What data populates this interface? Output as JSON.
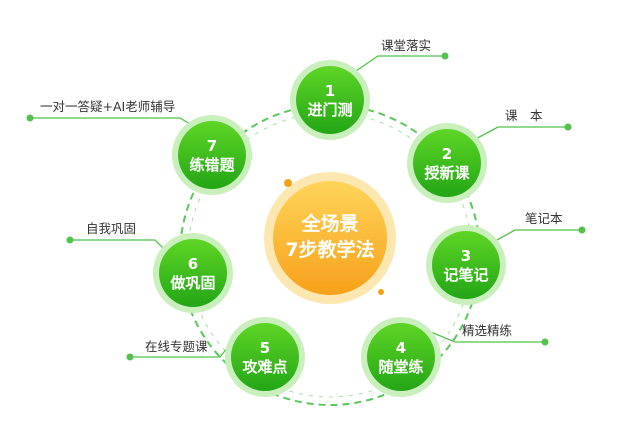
{
  "colors": {
    "step_gradient_top": "#5ed626",
    "step_gradient_bottom": "#23a516",
    "step_outer_ring": "#c9efbd",
    "ring_dashed": "#58c85a",
    "connector": "#52c24a",
    "center_gradient_top": "#ffd45a",
    "center_gradient_bottom": "#f7a11a",
    "center_ring": "#fde7b0",
    "callout_text": "#333333"
  },
  "center": {
    "line1": "全场景",
    "line2": "7步教学法"
  },
  "steps": [
    {
      "number": "1",
      "label": "进门测",
      "callout": "课堂落实"
    },
    {
      "number": "2",
      "label": "授新课",
      "callout": "课　本"
    },
    {
      "number": "3",
      "label": "记笔记",
      "callout": "笔记本"
    },
    {
      "number": "4",
      "label": "随堂练",
      "callout": "精选精练"
    },
    {
      "number": "5",
      "label": "攻难点",
      "callout": "在线专题课"
    },
    {
      "number": "6",
      "label": "做巩固",
      "callout": "自我巩固"
    },
    {
      "number": "7",
      "label": "练错题",
      "callout": "一对一答疑+AI老师辅导"
    }
  ]
}
